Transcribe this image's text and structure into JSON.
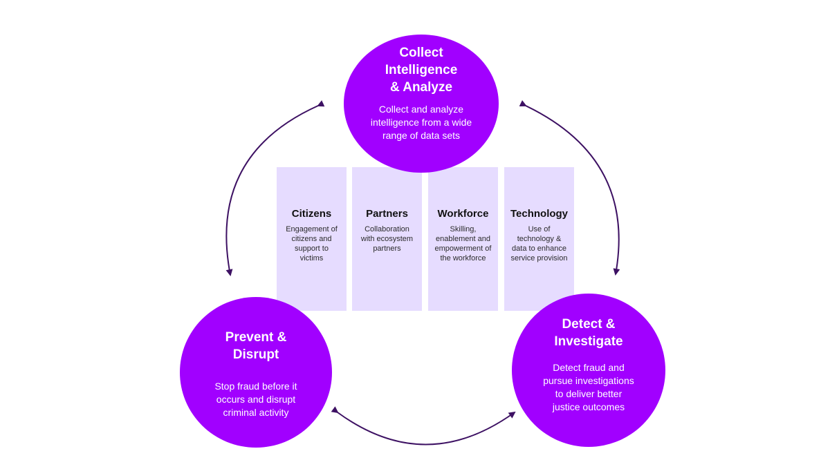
{
  "colors": {
    "circle": "#a100ff",
    "pillar": "#e6dcff",
    "arrow": "#3d1163"
  },
  "circles": {
    "collect": {
      "title": "Collect Intelligence & Analyze",
      "description": "Collect and analyze intelligence from a wide range of data sets"
    },
    "prevent": {
      "title": "Prevent & Disrupt",
      "description": "Stop fraud before it occurs and disrupt criminal activity"
    },
    "detect": {
      "title": "Detect & Investigate",
      "description": "Detect fraud and pursue investigations to deliver better justice outcomes"
    }
  },
  "pillars": [
    {
      "title": "Citizens",
      "description": "Engagement of citizens and support to victims"
    },
    {
      "title": "Partners",
      "description": "Collaboration with ecosystem partners"
    },
    {
      "title": "Workforce",
      "description": "Skilling, enablement and empowerment of the workforce"
    },
    {
      "title": "Technology",
      "description": "Use of technology & data to enhance service provision"
    }
  ]
}
